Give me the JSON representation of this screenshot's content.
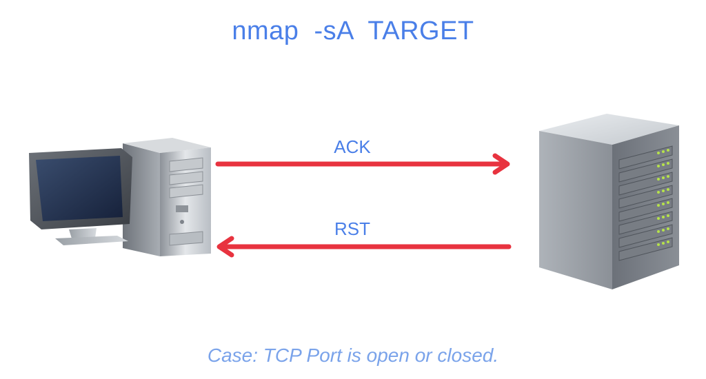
{
  "title": "nmap  -sA  TARGET",
  "arrows": {
    "request": {
      "label": "ACK",
      "direction": "client-to-server",
      "color": "#e8333f"
    },
    "response": {
      "label": "RST",
      "direction": "server-to-client",
      "color": "#e8333f"
    }
  },
  "nodes": {
    "client": {
      "icon": "desktop-computer-icon"
    },
    "server": {
      "icon": "server-icon"
    }
  },
  "caption": "Case: TCP Port is open or closed.",
  "colors": {
    "text_primary": "#4a7fe8",
    "caption": "#7aa3ea",
    "arrow": "#e8333f"
  }
}
